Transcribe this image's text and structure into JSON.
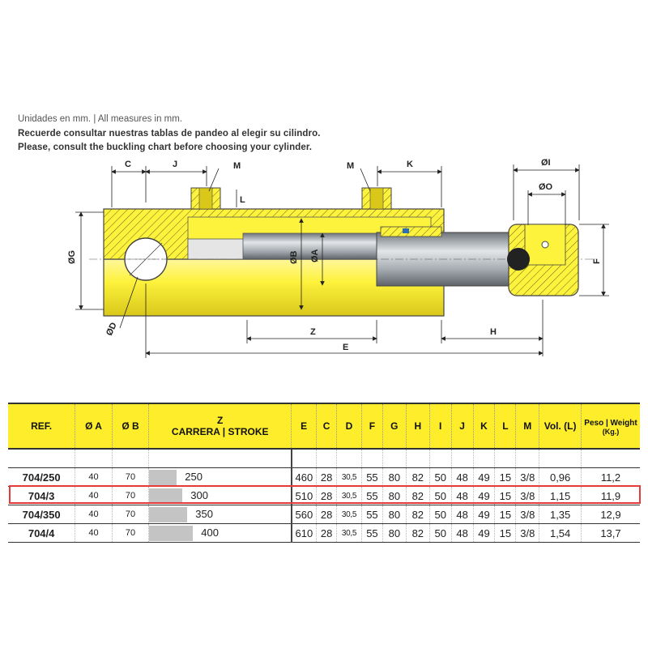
{
  "notes": [
    "Unidades en mm.  |  All measures in mm.",
    "Recuerde consultar nuestras tablas de pandeo al elegir su cilindro.",
    "Please, consult the buckling chart before choosing your cylinder."
  ],
  "drawing_labels": {
    "C": "C",
    "J": "J",
    "M1": "M",
    "L": "L",
    "M2": "M",
    "K": "K",
    "OI": "ØI",
    "OO": "ØO",
    "OG": "ØG",
    "OD": "ØD",
    "OB": "ØB",
    "OA": "ØA",
    "F": "F",
    "Z": "Z",
    "H": "H",
    "E": "E"
  },
  "colors": {
    "body": "#fdf23c",
    "body_dark": "#d8c81e",
    "rod": "#9aa0a6",
    "highlight": "#e53a3a",
    "header": "#fded2a"
  },
  "table": {
    "headers": {
      "ref": "REF.",
      "a": "Ø A",
      "b": "Ø B",
      "z": "Z",
      "z_sub": "CARRERA | STROKE",
      "e": "E",
      "c": "C",
      "d": "D",
      "f": "F",
      "g": "G",
      "h": "H",
      "i": "I",
      "j": "J",
      "k": "K",
      "l": "L",
      "m": "M",
      "vol": "Vol. (L)",
      "weight": "Peso | Weight",
      "weight_unit": "(Kg.)"
    },
    "rows": [
      {
        "ref": "704/250",
        "a": "40",
        "b": "70",
        "z": "250",
        "e": "460",
        "c": "28",
        "d": "30,5",
        "f": "55",
        "g": "80",
        "h": "82",
        "i": "50",
        "j": "48",
        "k": "49",
        "l": "15",
        "m": "3/8",
        "vol": "0,96",
        "weight": "11,2",
        "stroke": 250
      },
      {
        "ref": "704/3",
        "a": "40",
        "b": "70",
        "z": "300",
        "e": "510",
        "c": "28",
        "d": "30,5",
        "f": "55",
        "g": "80",
        "h": "82",
        "i": "50",
        "j": "48",
        "k": "49",
        "l": "15",
        "m": "3/8",
        "vol": "1,15",
        "weight": "11,9",
        "stroke": 300
      },
      {
        "ref": "704/350",
        "a": "40",
        "b": "70",
        "z": "350",
        "e": "560",
        "c": "28",
        "d": "30,5",
        "f": "55",
        "g": "80",
        "h": "82",
        "i": "50",
        "j": "48",
        "k": "49",
        "l": "15",
        "m": "3/8",
        "vol": "1,35",
        "weight": "12,9",
        "stroke": 350
      },
      {
        "ref": "704/4",
        "a": "40",
        "b": "70",
        "z": "400",
        "e": "610",
        "c": "28",
        "d": "30,5",
        "f": "55",
        "g": "80",
        "h": "82",
        "i": "50",
        "j": "48",
        "k": "49",
        "l": "15",
        "m": "3/8",
        "vol": "1,54",
        "weight": "13,7",
        "stroke": 400
      }
    ],
    "highlighted_ref": "704/3"
  }
}
